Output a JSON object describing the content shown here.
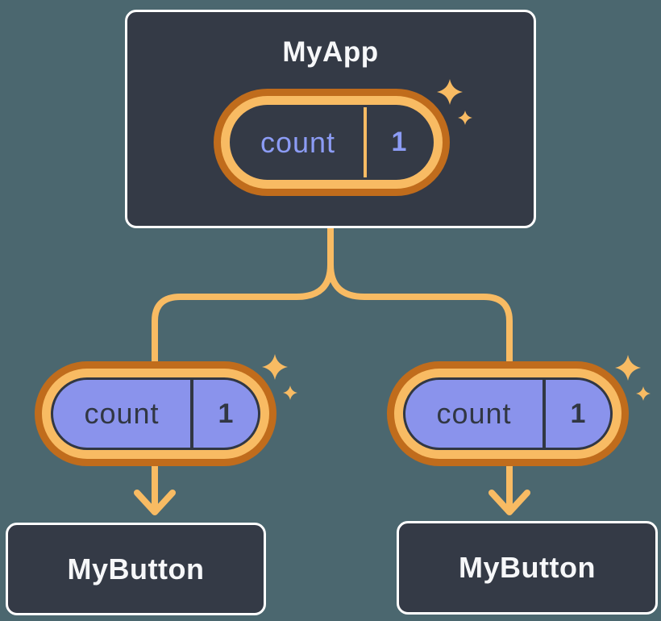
{
  "diagram": {
    "root": {
      "title": "MyApp",
      "pill": {
        "label": "count",
        "value": "1"
      }
    },
    "children": [
      {
        "title": "MyButton",
        "pill": {
          "label": "count",
          "value": "1"
        }
      },
      {
        "title": "MyButton",
        "pill": {
          "label": "count",
          "value": "1"
        }
      }
    ]
  },
  "icons": {
    "sparkle": "sparkle-icon",
    "arrow_down": "arrow-down-icon"
  },
  "colors": {
    "background": "#4B676F",
    "card": "#343A46",
    "card_border": "#FFFFFF",
    "orange_dark": "#C06C1C",
    "orange_light": "#F8BB63",
    "purple_fill": "#8A93EC",
    "lavender_text": "#8C9CF5",
    "dark_text": "#313743",
    "white_text": "#F6F7F9"
  }
}
